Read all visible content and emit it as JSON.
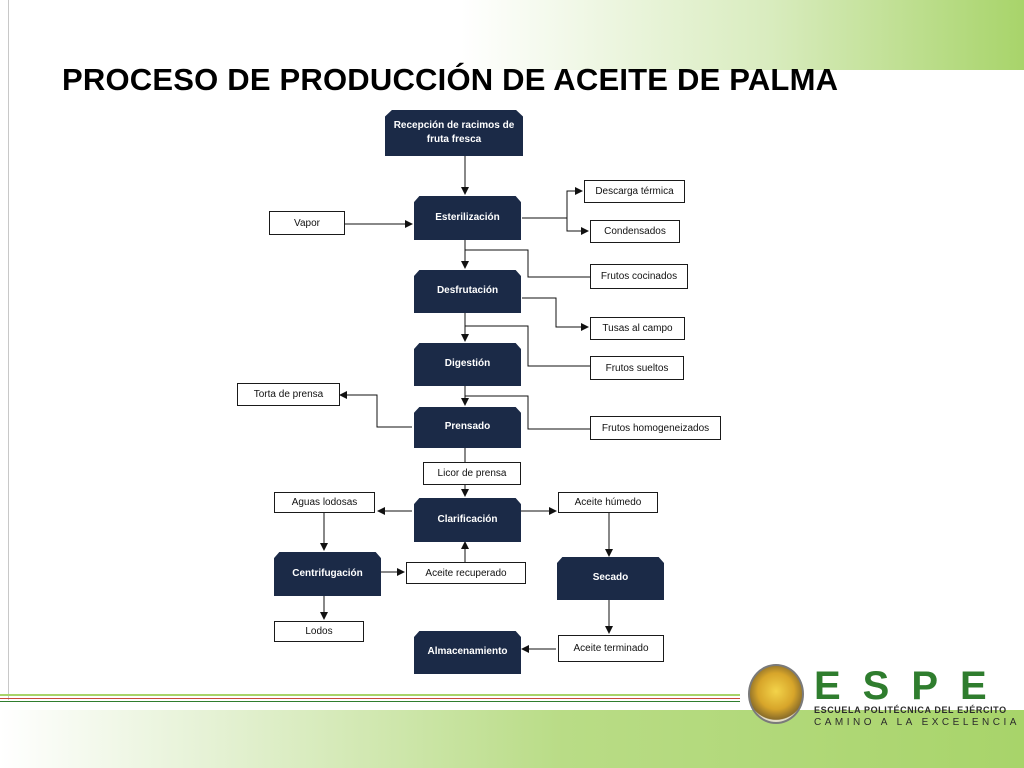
{
  "title": "PROCESO DE PRODUCCIÓN DE ACEITE DE PALMA",
  "steps": {
    "recepcion": "Recepción de racimos de fruta fresca",
    "esterilizacion": "Esterilización",
    "desfrutacion": "Desfrutación",
    "digestion": "Digestión",
    "prensado": "Prensado",
    "clarificacion": "Clarificación",
    "centrifugacion": "Centrifugación",
    "secado": "Secado",
    "almacenamiento": "Almacenamiento"
  },
  "streams": {
    "vapor": "Vapor",
    "descarga": "Descarga térmica",
    "condensados": "Condensados",
    "frutos_cocinados": "Frutos cocinados",
    "tusas": "Tusas al campo",
    "frutos_sueltos": "Frutos sueltos",
    "torta": "Torta de prensa",
    "frutos_homog": "Frutos homogeneizados",
    "licor": "Licor de prensa",
    "aguas": "Aguas lodosas",
    "aceite_humedo": "Aceite húmedo",
    "aceite_recuperado": "Aceite recuperado",
    "lodos": "Lodos",
    "aceite_terminado": "Aceite terminado"
  },
  "logo": {
    "letters": "ESPE",
    "school": "ESCUELA POLITÉCNICA DEL EJÉRCITO",
    "motto": "CAMINO A LA EXCELENCIA"
  },
  "colors": {
    "process_box": "#1b2a47",
    "accent_green": "#a8d46a",
    "brand_green": "#2f7d2e"
  }
}
